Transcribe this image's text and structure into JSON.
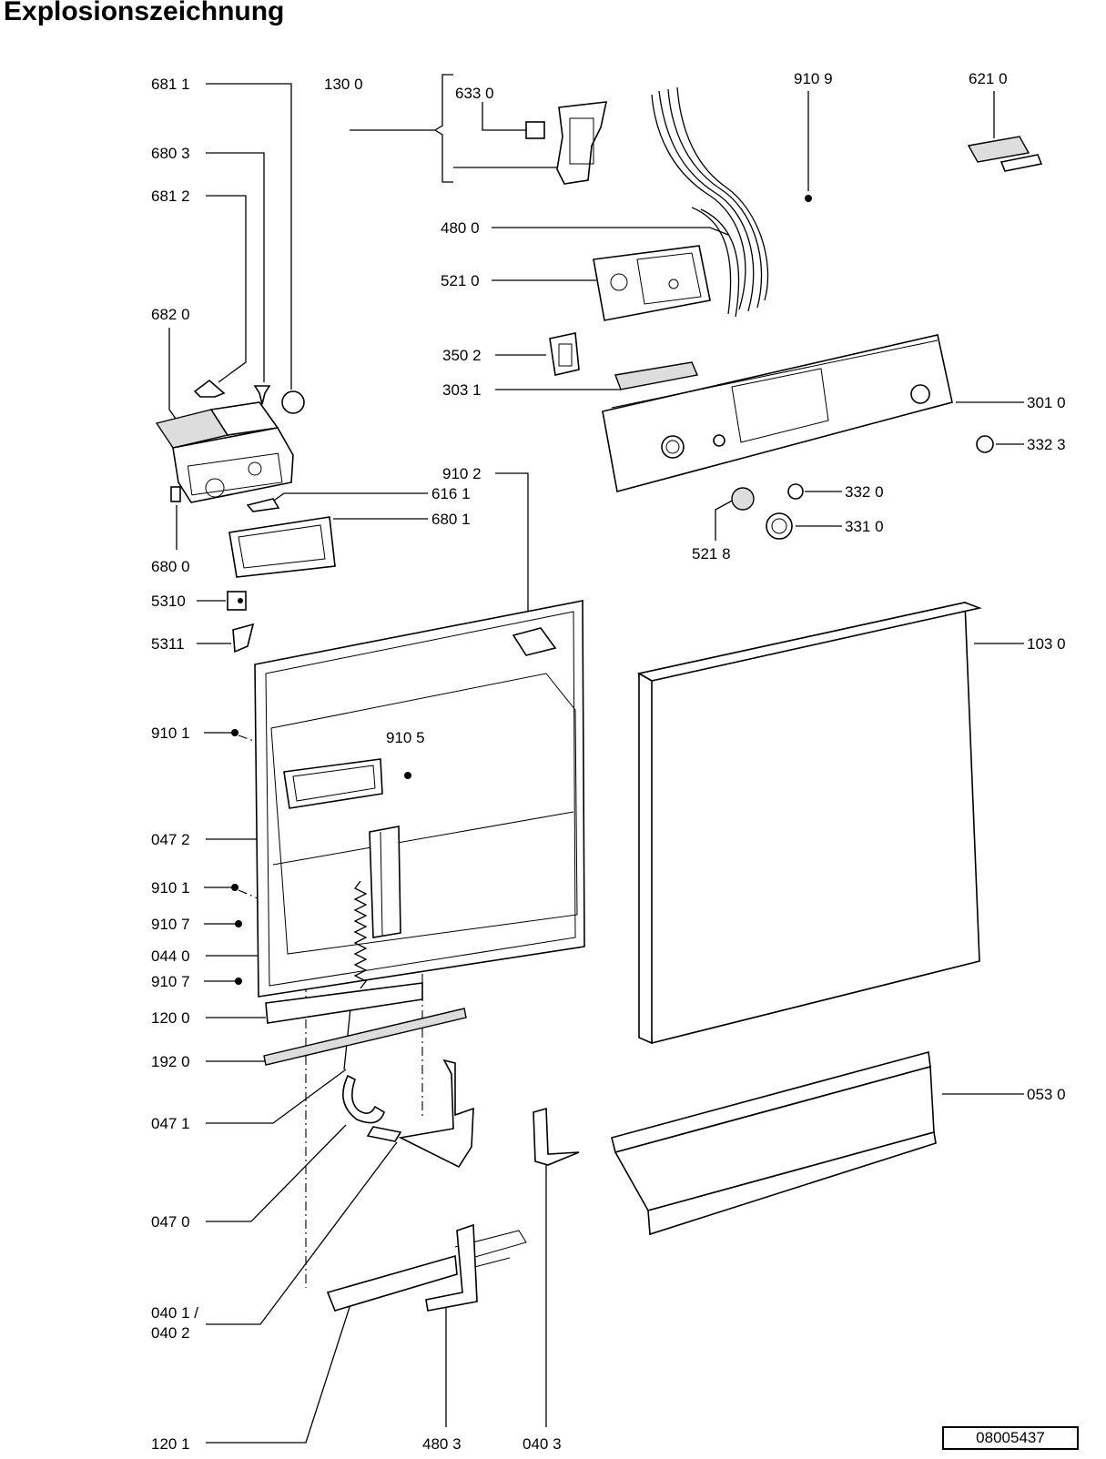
{
  "title": "Explosionszeichnung",
  "doc_number": "08005437",
  "labels": {
    "l681_1": "681 1",
    "l680_3": "680 3",
    "l681_2": "681 2",
    "l682_0": "682 0",
    "l130_0": "130 0",
    "l633_0": "633 0",
    "l910_9": "910 9",
    "l621_0": "621 0",
    "l480_0": "480 0",
    "l521_0": "521 0",
    "l350_2": "350 2",
    "l303_1": "303 1",
    "l301_0": "301 0",
    "l332_3": "332 3",
    "l910_2": "910 2",
    "l616_1": "616 1",
    "l680_1": "680 1",
    "l680_0": "680 0",
    "l332_0": "332 0",
    "l331_0": "331 0",
    "l521_8": "521 8",
    "l5310": "5310",
    "l5311": "5311",
    "l103_0": "103 0",
    "l910_1a": "910 1",
    "l910_5": "910 5",
    "l047_2": "047 2",
    "l910_1b": "910 1",
    "l910_7a": "910 7",
    "l044_0": "044 0",
    "l910_7b": "910 7",
    "l120_0": "120 0",
    "l192_0": "192 0",
    "l047_1": "047 1",
    "l053_0": "053 0",
    "l047_0": "047 0",
    "l040_1": "040 1 /",
    "l040_2": "040 2",
    "l120_1": "120 1",
    "l480_3": "480 3",
    "l040_3": "040 3"
  }
}
